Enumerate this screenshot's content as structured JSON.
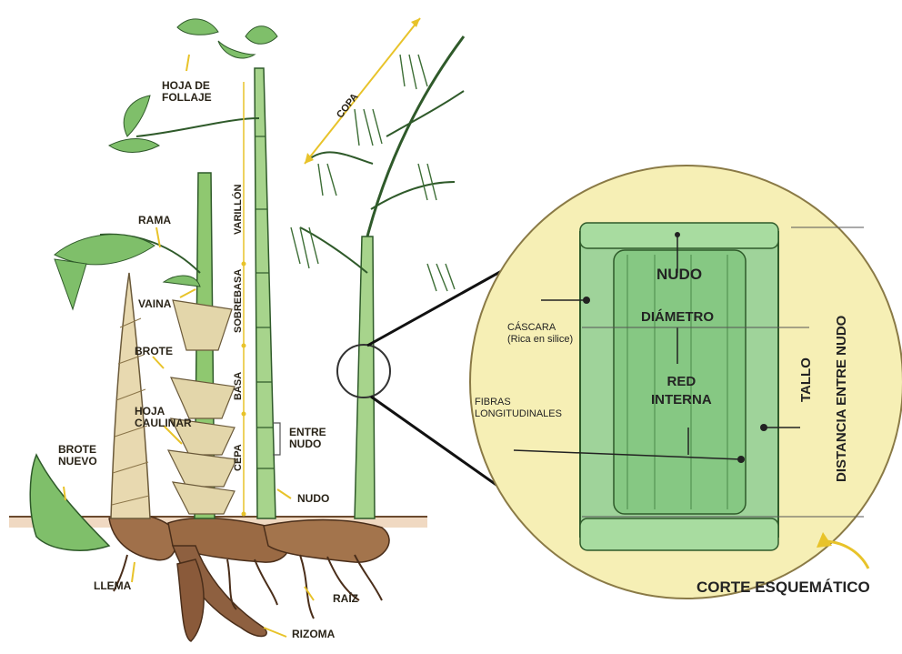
{
  "plant_labels": {
    "hoja_follaje": "HOJA DE\nFOLLAJE",
    "rama": "RAMA",
    "vaina": "VAINA",
    "brote": "BROTE",
    "hoja_caulinar": "HOJA\nCAULINAR",
    "brote_nuevo": "BROTE\nNUEVO",
    "llema": "LLEMA",
    "raiz": "RAÍZ",
    "rizoma": "RIZOMA",
    "nudo": "NUDO",
    "entre_nudo": "ENTRE\nNUDO",
    "copa": "COPA",
    "varillon": "VARILLÓN",
    "sobrebasa": "SOBREBASA",
    "basa": "BASA",
    "cepa": "CEPA"
  },
  "section_labels": {
    "nudo": "NUDO",
    "diametro": "DIÁMETRO",
    "red_interna": "RED\nINTERNA",
    "cascara": "CÁSCARA\n(Rica en silice)",
    "fibras": "FIBRAS\nLONGITUDINALES",
    "tallo": "TALLO",
    "distancia": "DISTANCIA ENTRE NUDO",
    "corte": "CORTE ESQUEMÁTICO"
  },
  "colors": {
    "culm_green": "#8fc870",
    "section_fill": "#f6efb5",
    "root_brown": "#8a5a3a",
    "arrow_yellow": "#e8c32a"
  }
}
